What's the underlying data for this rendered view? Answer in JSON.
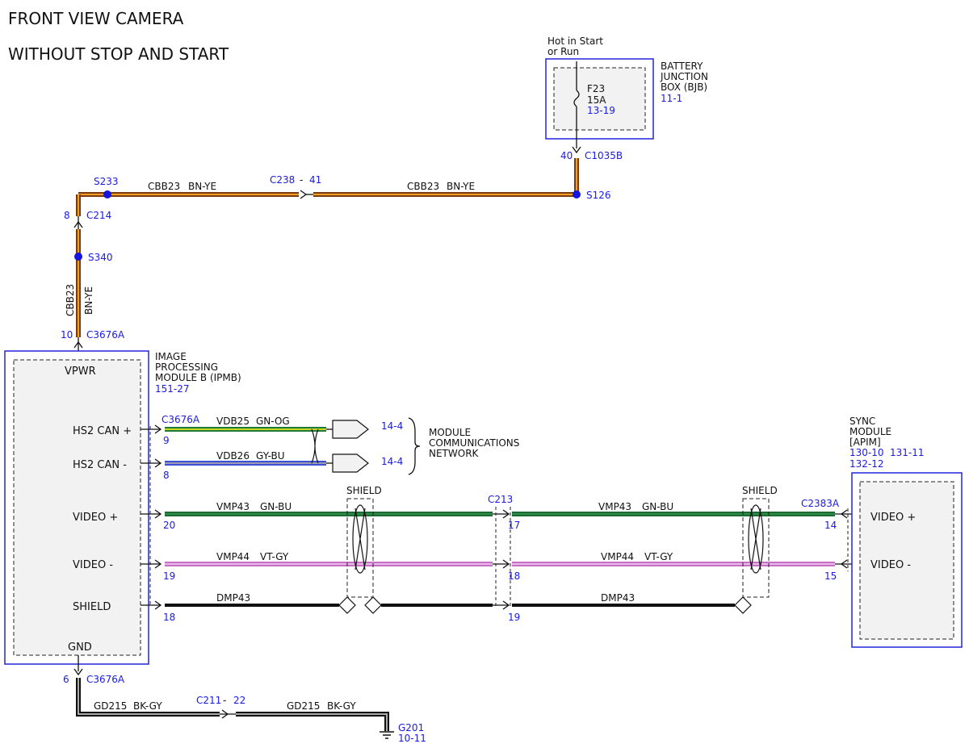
{
  "title": {
    "line1": "FRONT VIEW CAMERA",
    "line2": "WITHOUT STOP AND START"
  },
  "colors": {
    "module_border": "#2323d9",
    "module_fill": "#f2f2f2",
    "ref_text": "#1a1ae6",
    "wire_bn": "#7a3a12",
    "wire_ye": "#f0a020",
    "wire_gn": "#1f7a3c",
    "wire_og": "#c8d820",
    "wire_gy": "#9b9bb0",
    "wire_bu": "#3c4fd6",
    "wire_vt": "#c870c8",
    "wire_vt_gy": "#e8b8e8",
    "wire_bk": "#111111",
    "splice": "#1515e0"
  },
  "bjb": {
    "hot_line1": "Hot in Start",
    "hot_line2": "or Run",
    "name_line1": "BATTERY",
    "name_line2": "JUNCTION",
    "name_line3": "BOX (BJB)",
    "ref": "11-1",
    "fuse_id": "F23",
    "fuse_rating": "15A",
    "fuse_ref": "13-19",
    "pin": "40",
    "connector": "C1035B"
  },
  "power_run": {
    "splice_s126": "S126",
    "splice_s233": "S233",
    "splice_s340": "S340",
    "inline_connector": "C238",
    "inline_sep": "-",
    "inline_pin": "41",
    "circuit": "CBB23",
    "color": "BN-YE",
    "c214_pin": "8",
    "c214": "C214",
    "ipmb_pin": "10",
    "ipmb_connector": "C3676A"
  },
  "ipmb": {
    "name_line1": "IMAGE",
    "name_line2": "PROCESSING",
    "name_line3": "MODULE B (IPMB)",
    "ref": "151-27",
    "pins": {
      "vpwr": "VPWR",
      "hs2_can_plus": "HS2 CAN +",
      "hs2_can_minus": "HS2 CAN -",
      "video_plus": "VIDEO +",
      "video_minus": "VIDEO -",
      "shield": "SHIELD",
      "gnd": "GND"
    },
    "right_connector": "C3676A"
  },
  "can_bus": {
    "vdb25": {
      "pin": "9",
      "circuit": "VDB25",
      "color": "GN-OG",
      "ref": "14-4"
    },
    "vdb26": {
      "pin": "8",
      "circuit": "VDB26",
      "color": "GY-BU",
      "ref": "14-4"
    },
    "network_line1": "MODULE",
    "network_line2": "COMMUNICATIONS",
    "network_line3": "NETWORK"
  },
  "video": {
    "shield_label": "SHIELD",
    "c213": "C213",
    "c2383a": "C2383A",
    "vmp43": {
      "circuit": "VMP43",
      "color": "GN-BU",
      "pin_left": "20",
      "pin_c213": "17",
      "pin_sync": "14"
    },
    "vmp44": {
      "circuit": "VMP44",
      "color": "VT-GY",
      "pin_left": "19",
      "pin_c213": "18",
      "pin_sync": "15"
    },
    "dmp43": {
      "circuit": "DMP43",
      "pin_left": "18",
      "pin_c213": "19"
    }
  },
  "sync": {
    "name_line1": "SYNC",
    "name_line2": "MODULE",
    "name_line3": "[APIM]",
    "ref1": "130-10",
    "ref2": "131-11",
    "ref3": "132-12",
    "pin_video_plus": "VIDEO +",
    "pin_video_minus": "VIDEO -"
  },
  "ground": {
    "pin": "6",
    "connector": "C3676A",
    "circuit": "GD215",
    "color": "BK-GY",
    "inline_connector": "C211",
    "inline_sep": "-",
    "inline_pin": "22",
    "ground_id": "G201",
    "ground_ref": "10-11"
  }
}
